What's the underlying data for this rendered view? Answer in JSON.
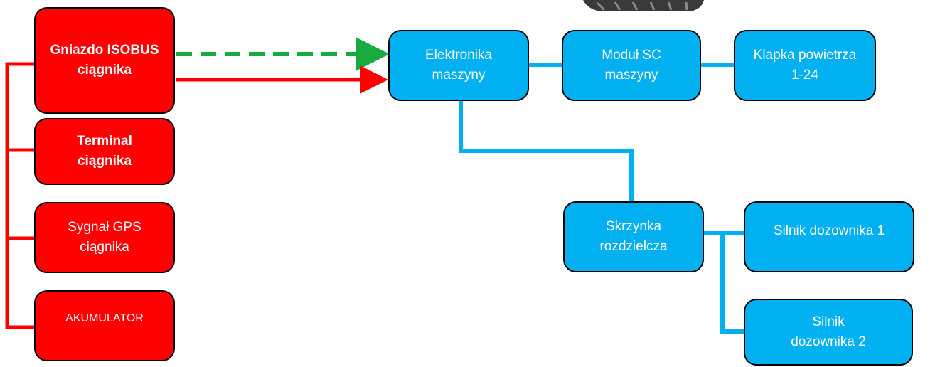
{
  "colors": {
    "red_box": "#ff0000",
    "blue_box": "#00b0f0",
    "red_line": "#ff0000",
    "blue_line": "#00b0f0",
    "green_dashed_line": "#1aab40"
  },
  "tractor_side": {
    "isobus_socket": "Gniazdo ISOBUS ciągnika",
    "terminal": "Terminal ciągnika",
    "gps_signal": "Sygnał GPS ciągnika",
    "battery": "AKUMULATOR"
  },
  "machine_side": {
    "machine_electronics": "Elektronika maszyny",
    "sc_module": "Moduł SC maszyny",
    "air_flap": "Klapka powietrza 1-24",
    "distribution_box": "Skrzynka rozdzielcza",
    "metering_motor_1": "Silnik dozownika 1",
    "metering_motor_2": "Silnik dozownika 2"
  },
  "image": {
    "icon": "tyre-image"
  }
}
